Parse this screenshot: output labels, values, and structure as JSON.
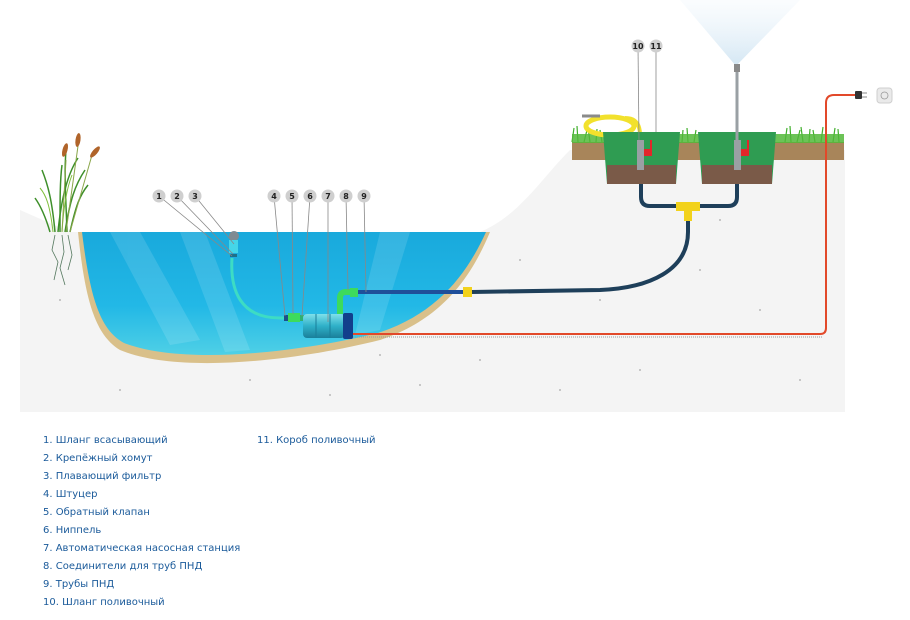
{
  "diagram": {
    "title": "Pond water irrigation system",
    "callouts": [
      "1",
      "2",
      "3",
      "4",
      "5",
      "6",
      "7",
      "8",
      "9",
      "10",
      "11"
    ],
    "colors": {
      "water": "#1fb4e0",
      "water_light": "#6fd6ef",
      "sand": "#d9c08a",
      "ground": "#f5f5f5",
      "grass": "#3fae2a",
      "soil": "#a8855a",
      "box": "#2f9c52",
      "hdpe_pipe": "#1f4f7a",
      "fitting_green": "#3ddb5c",
      "fitting_yellow": "#f2d21c",
      "cable": "#e2492a",
      "hose": "#f2e12c",
      "label_text": "#1a5a9a"
    }
  },
  "legend": {
    "col1": [
      "1. Шланг всасывающий",
      "2. Крепёжный хомут",
      "3. Плавающий фильтр",
      "4. Штуцер",
      "5. Обратный клапан",
      "6. Ниппель",
      "7. Автоматическая насосная станция",
      "8. Соединители для труб ПНД",
      "9. Трубы ПНД",
      "10. Шланг поливочный"
    ],
    "col2": [
      "11. Короб поливочный"
    ]
  }
}
